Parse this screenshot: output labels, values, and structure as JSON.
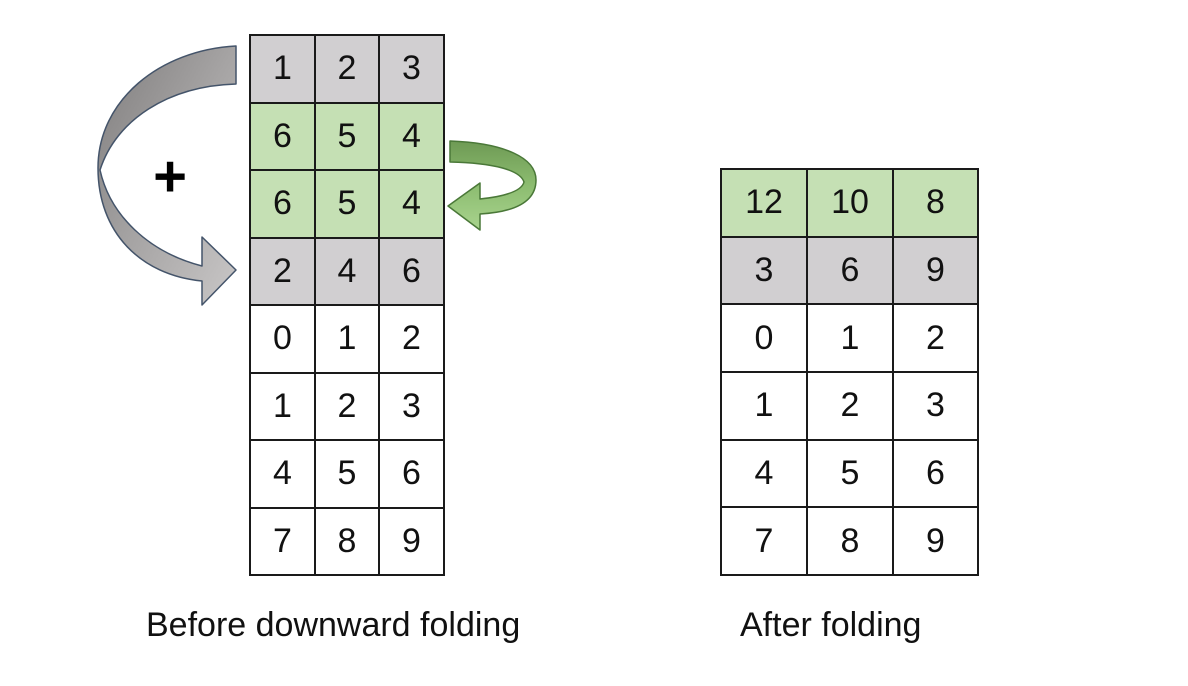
{
  "operator": "+",
  "before": {
    "caption": "Before downward folding",
    "rows": [
      {
        "style": "gray",
        "values": [
          "1",
          "2",
          "3"
        ]
      },
      {
        "style": "green",
        "values": [
          "6",
          "5",
          "4"
        ]
      },
      {
        "style": "green",
        "values": [
          "6",
          "5",
          "4"
        ]
      },
      {
        "style": "gray",
        "values": [
          "2",
          "4",
          "6"
        ]
      },
      {
        "style": "white",
        "values": [
          "0",
          "1",
          "2"
        ]
      },
      {
        "style": "white",
        "values": [
          "1",
          "2",
          "3"
        ]
      },
      {
        "style": "white",
        "values": [
          "4",
          "5",
          "6"
        ]
      },
      {
        "style": "white",
        "values": [
          "7",
          "8",
          "9"
        ]
      }
    ]
  },
  "after": {
    "caption": "After folding",
    "rows": [
      {
        "style": "green",
        "values": [
          "12",
          "10",
          "8"
        ]
      },
      {
        "style": "gray",
        "values": [
          "3",
          "6",
          "9"
        ]
      },
      {
        "style": "white",
        "values": [
          "0",
          "1",
          "2"
        ]
      },
      {
        "style": "white",
        "values": [
          "1",
          "2",
          "3"
        ]
      },
      {
        "style": "white",
        "values": [
          "4",
          "5",
          "6"
        ]
      },
      {
        "style": "white",
        "values": [
          "7",
          "8",
          "9"
        ]
      }
    ]
  },
  "colors": {
    "gray_fill": "#d1cfd1",
    "green_fill": "#c5e0b4",
    "gray_arrow_fill": "#9a9898",
    "gray_arrow_stroke": "#44546a",
    "green_arrow_fill": "#86b46a",
    "green_arrow_stroke": "#4a7838"
  },
  "icons": {
    "large_arrow": "curved-arrow-icon",
    "small_arrow": "curved-arrow-icon"
  }
}
